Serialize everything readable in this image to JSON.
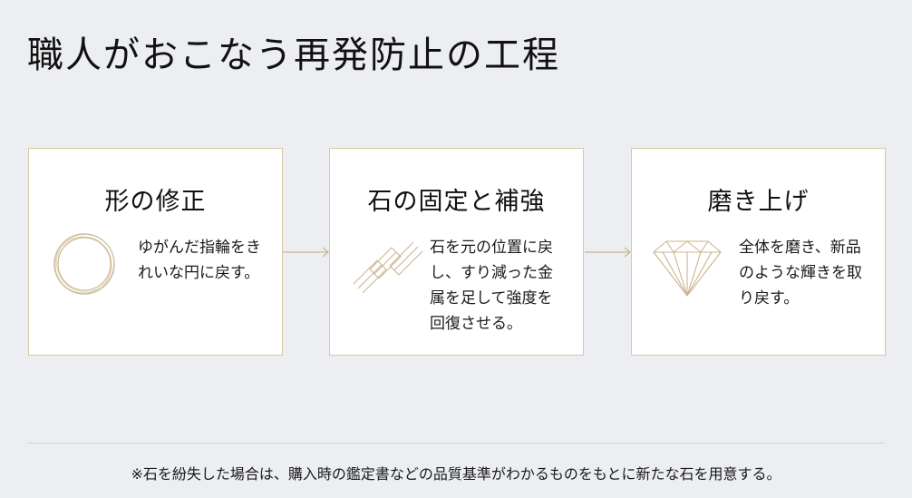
{
  "title": "職人がおこなう再発防止の工程",
  "steps": [
    {
      "title": "形の修正",
      "description": "ゆがんだ指輪をきれいな円に戻す。",
      "icon": "ring-icon"
    },
    {
      "title": "石の固定と補強",
      "description": "石を元の位置に戻し、すり減った金属を足して強度を回復させる。",
      "icon": "chain-link-icon"
    },
    {
      "title": "磨き上げ",
      "description": "全体を磨き、新品のような輝きを取り戻す。",
      "icon": "diamond-icon"
    }
  ],
  "footnote": "※石を紛失した場合は、購入時の鑑定書などの品質基準がわかるものをもとに新たな石を用意する。",
  "colors": {
    "background": "#eceef1",
    "card_border": "#d8c9a6",
    "gold_line": "#c9b58f",
    "divider": "#cfd2d6"
  }
}
